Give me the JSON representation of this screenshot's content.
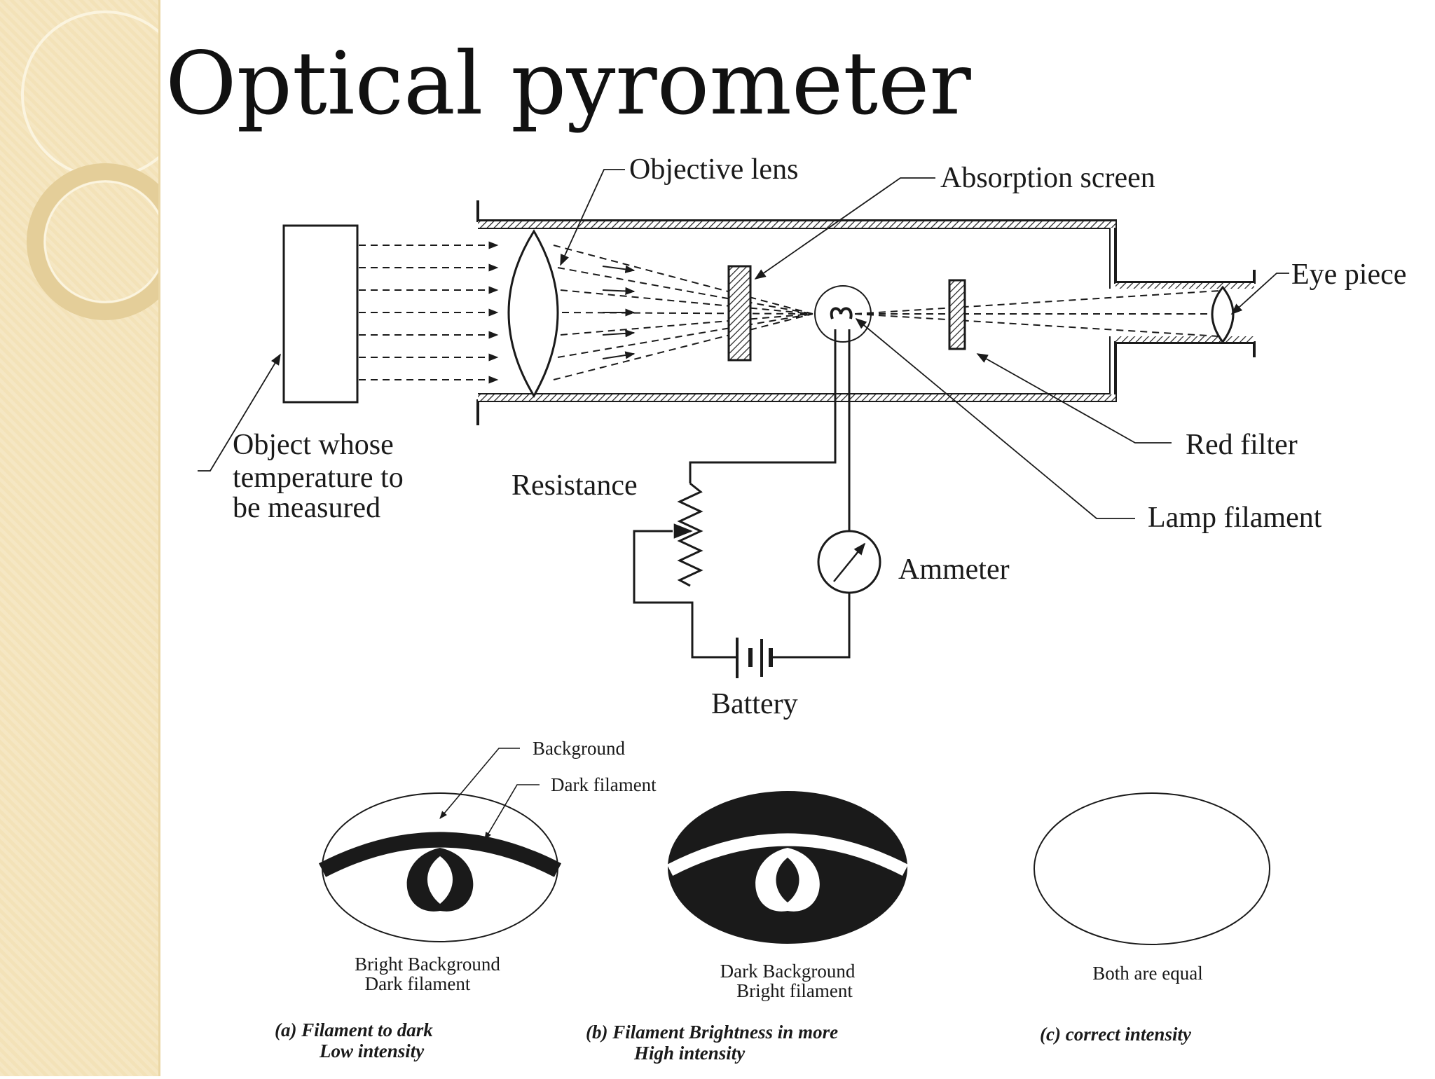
{
  "title": "Optical pyrometer",
  "labels": {
    "objective_lens": "Objective lens",
    "absorption_screen": "Absorption screen",
    "eye_piece": "Eye piece",
    "object_line1": "Object whose",
    "object_line2": "temperature to",
    "object_line3": "be measured",
    "resistance": "Resistance",
    "red_filter": "Red filter",
    "lamp_filament": "Lamp filament",
    "ammeter": "Ammeter",
    "battery": "Battery"
  },
  "views": {
    "background_label": "Background",
    "dark_filament_label": "Dark filament",
    "a": {
      "desc_line1": "Bright Background",
      "desc_line2": "Dark filament",
      "caption_line1": "(a) Filament to dark",
      "caption_line2": "Low intensity"
    },
    "b": {
      "desc_line1": "Dark Background",
      "desc_line2": "Bright filament",
      "caption_line1": "(b) Filament Brightness in more",
      "caption_line2": "High intensity"
    },
    "c": {
      "desc_line1": "Both are equal",
      "caption_line1": "(c) correct intensity"
    }
  },
  "colors": {
    "sidebar": "#f3e2b8",
    "ink": "#1a1a1a"
  }
}
